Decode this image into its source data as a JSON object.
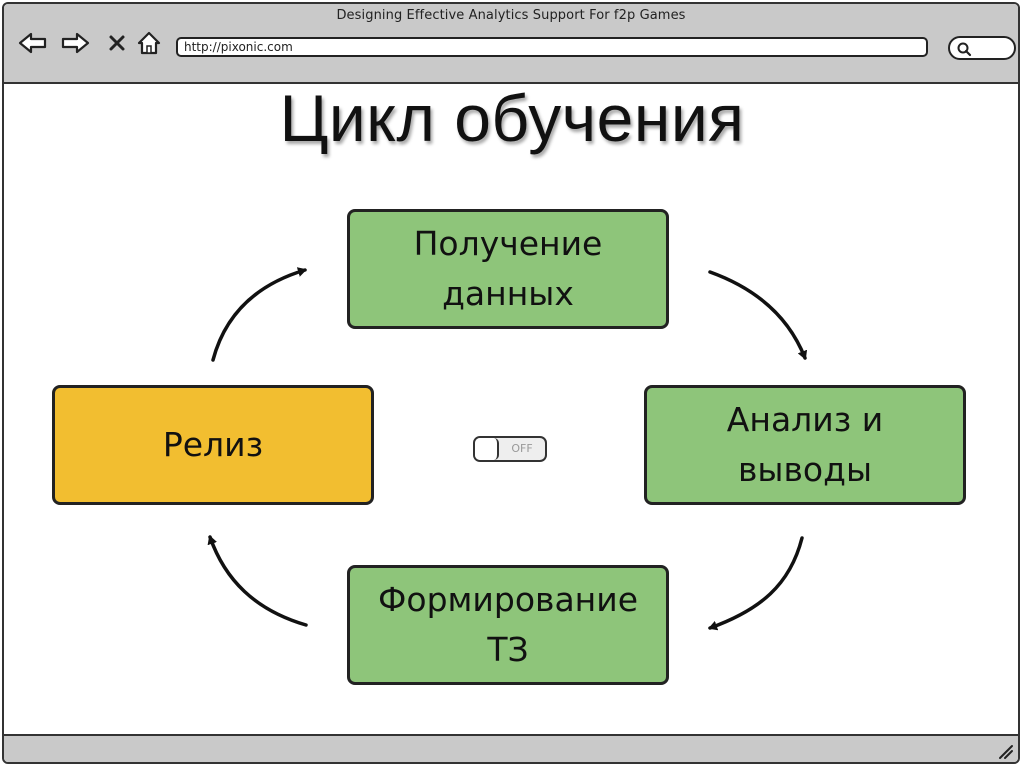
{
  "browser": {
    "window_title": "Designing Effective Analytics Support For f2p Games",
    "url": "http://pixonic.com"
  },
  "slide": {
    "title": "Цикл обучения"
  },
  "cycle": {
    "nodes": [
      {
        "id": "top",
        "label": "Получение\nданных",
        "color": "#8ec57a"
      },
      {
        "id": "right",
        "label": "Анализ и\nвыводы",
        "color": "#8ec57a"
      },
      {
        "id": "bottom",
        "label": "Формирование\nТЗ",
        "color": "#8ec57a"
      },
      {
        "id": "left",
        "label": "Релиз",
        "color": "#f2be30"
      }
    ],
    "toggle_state": "OFF"
  },
  "icons": [
    "back-arrow-icon",
    "forward-arrow-icon",
    "close-icon",
    "home-icon",
    "search-icon",
    "resize-grip-icon"
  ]
}
